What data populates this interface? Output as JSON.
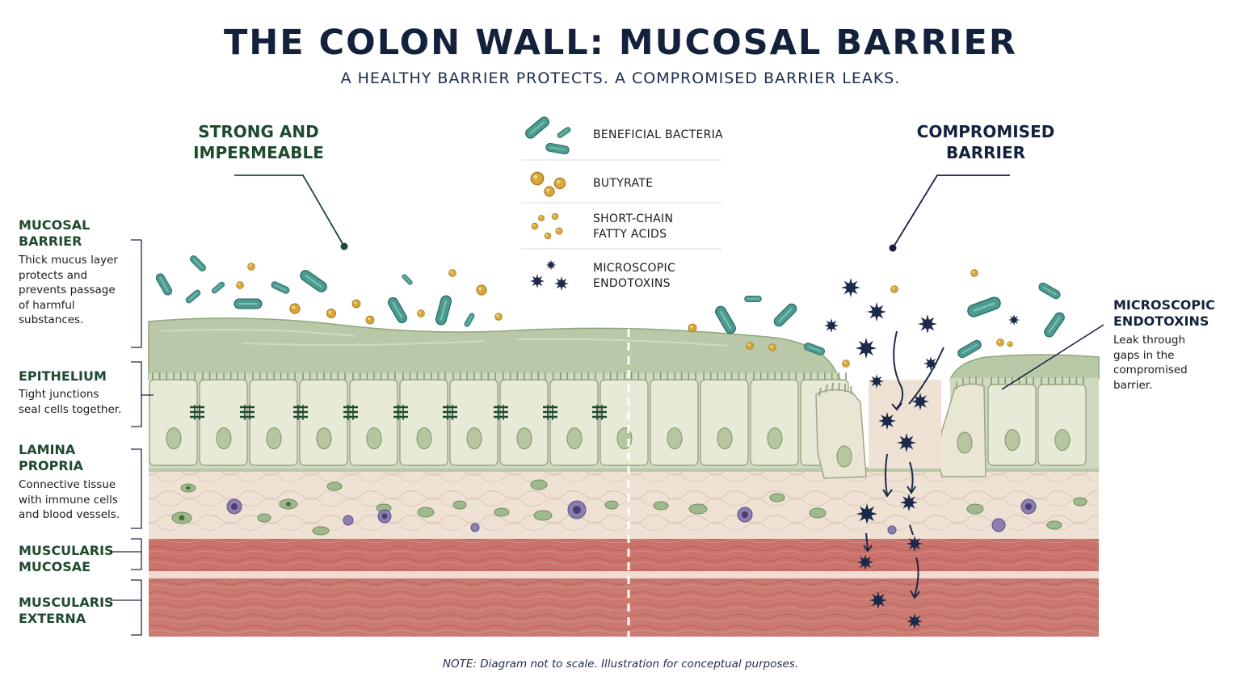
{
  "header": {
    "title": "THE COLON WALL: MUCOSAL BARRIER",
    "subtitle": "A HEALTHY BARRIER PROTECTS.  A COMPROMISED BARRIER LEAKS."
  },
  "sides": {
    "left_heading": [
      "STRONG AND",
      "IMPERMEABLE"
    ],
    "right_heading": [
      "COMPROMISED",
      "BARRIER"
    ]
  },
  "legend": {
    "items": [
      {
        "label": [
          "BENEFICIAL BACTERIA"
        ],
        "icon": "bacteria-icon",
        "color": "#3f8f86"
      },
      {
        "label": [
          "BUTYRATE"
        ],
        "icon": "butyrate-icon",
        "color": "#d9a73c"
      },
      {
        "label": [
          "SHORT-CHAIN",
          "FATTY ACIDS"
        ],
        "icon": "scfa-icon",
        "color": "#d9a73c"
      },
      {
        "label": [
          "MICROSCOPIC",
          "ENDOTOXINS"
        ],
        "icon": "endotoxin-icon",
        "color": "#1b2a4a"
      }
    ]
  },
  "layers": [
    {
      "name": [
        "MUCOSAL",
        "BARRIER"
      ],
      "desc": [
        "Thick mucus layer",
        "protects and",
        "prevents passage",
        "of harmful",
        "substances."
      ]
    },
    {
      "name": [
        "EPITHELIUM"
      ],
      "desc": [
        "Tight junctions",
        "seal cells together."
      ]
    },
    {
      "name": [
        "LAMINA",
        "PROPRIA"
      ],
      "desc": [
        "Connective tissue",
        "with immune cells",
        "and blood vessels."
      ]
    },
    {
      "name": [
        "MUSCULARIS",
        "MUCOSAE"
      ],
      "desc": []
    },
    {
      "name": [
        "MUSCULARIS",
        "EXTERNA"
      ],
      "desc": []
    }
  ],
  "right_annotation": {
    "name": [
      "MICROSCOPIC",
      "ENDOTOXINS"
    ],
    "desc": [
      "Leak through",
      "gaps in the",
      "compromised",
      "barrier."
    ]
  },
  "note": "NOTE: Diagram not to scale. Illustration for conceptual purposes.",
  "colors": {
    "navy": "#13213d",
    "dark_green": "#1f4a30",
    "mucus": "#b9c9a8",
    "epithelium": "#e8ead8",
    "lamina": "#efe1d4",
    "muscle": "#c9736c",
    "bacteria": "#3f8f86",
    "butyrate": "#d9a73c",
    "endotoxin": "#1b2a4a"
  }
}
